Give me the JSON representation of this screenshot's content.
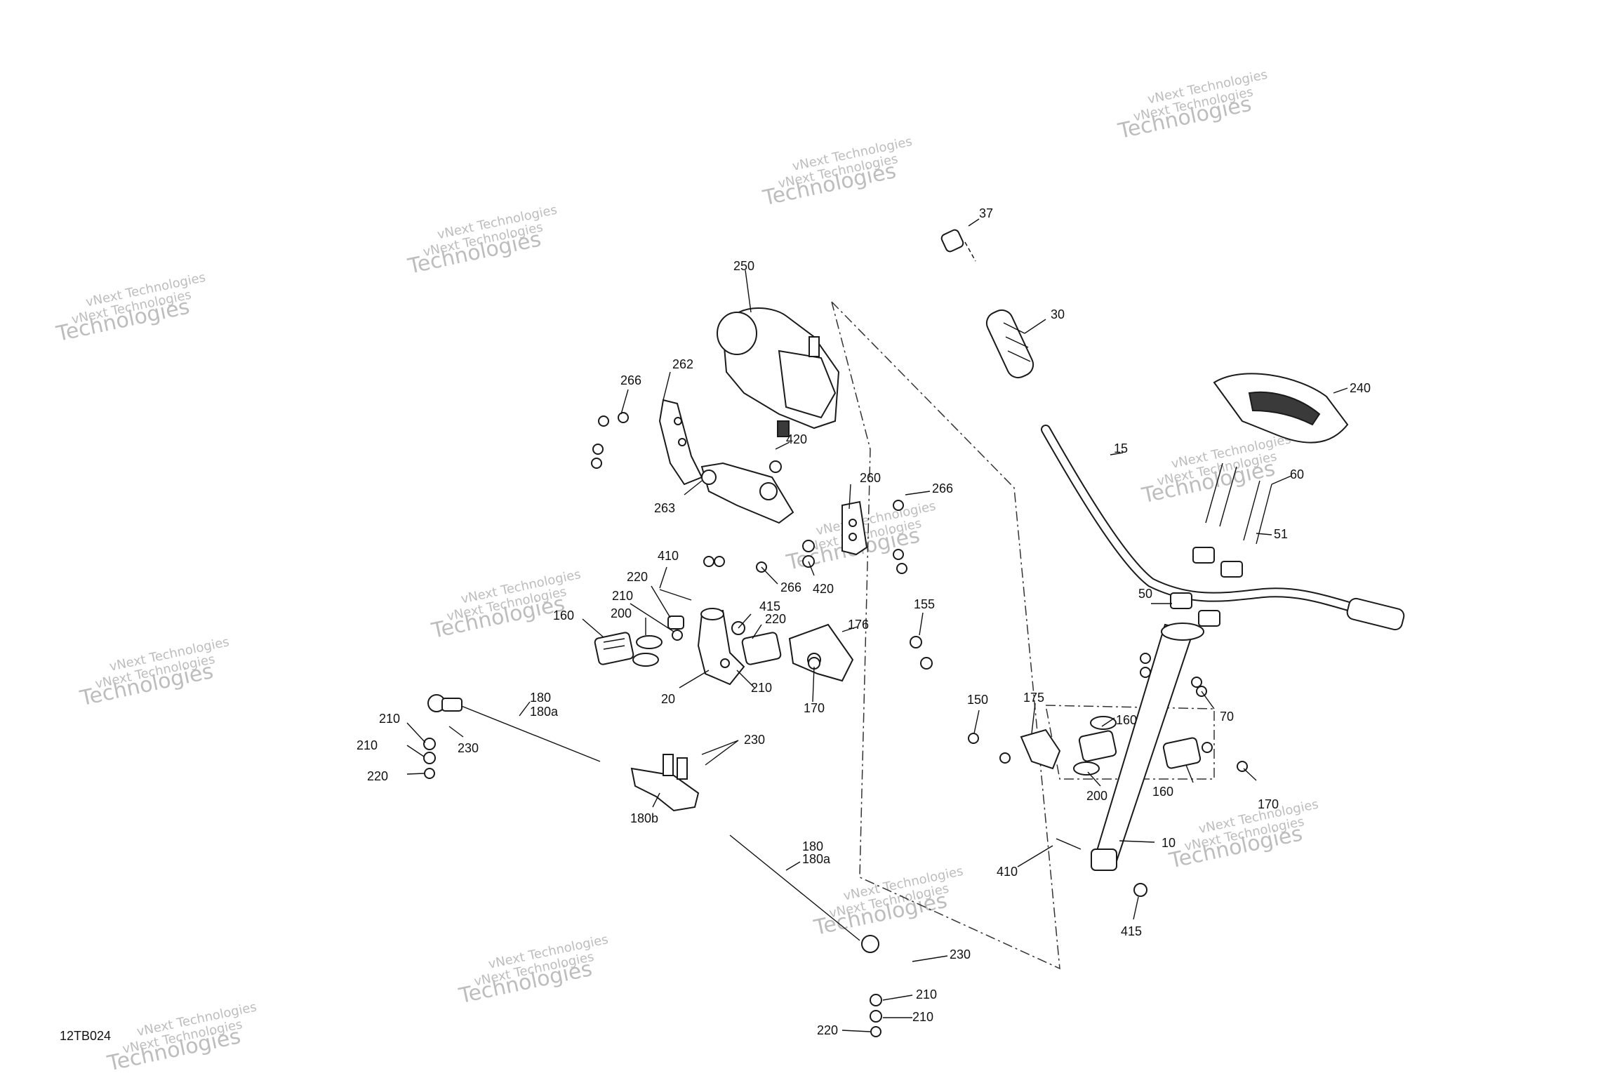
{
  "diagram": {
    "reference_code": "12TB024",
    "watermark": {
      "line1": "vNext Technologies",
      "line2": "Technologies",
      "line3": "vNext Technologies"
    },
    "callouts": [
      {
        "id": "c37",
        "label": "37"
      },
      {
        "id": "c30",
        "label": "30"
      },
      {
        "id": "c250",
        "label": "250"
      },
      {
        "id": "c240",
        "label": "240"
      },
      {
        "id": "c15",
        "label": "15"
      },
      {
        "id": "c262",
        "label": "262"
      },
      {
        "id": "c266a",
        "label": "266"
      },
      {
        "id": "c420a",
        "label": "420"
      },
      {
        "id": "c260",
        "label": "260"
      },
      {
        "id": "c266b",
        "label": "266"
      },
      {
        "id": "c263",
        "label": "263"
      },
      {
        "id": "c60",
        "label": "60"
      },
      {
        "id": "c51",
        "label": "51"
      },
      {
        "id": "c420b",
        "label": "420"
      },
      {
        "id": "c266c",
        "label": "266"
      },
      {
        "id": "c410a",
        "label": "410"
      },
      {
        "id": "c220a",
        "label": "220"
      },
      {
        "id": "c210a",
        "label": "210"
      },
      {
        "id": "c415a",
        "label": "415"
      },
      {
        "id": "c220b",
        "label": "220"
      },
      {
        "id": "c200a",
        "label": "200"
      },
      {
        "id": "c160a",
        "label": "160"
      },
      {
        "id": "c176",
        "label": "176"
      },
      {
        "id": "c155",
        "label": "155"
      },
      {
        "id": "c50",
        "label": "50"
      },
      {
        "id": "c210b",
        "label": "210"
      },
      {
        "id": "c20",
        "label": "20"
      },
      {
        "id": "c170a",
        "label": "170"
      },
      {
        "id": "c180a",
        "label": "180"
      },
      {
        "id": "c180aa",
        "label": "180a"
      },
      {
        "id": "c210c",
        "label": "210"
      },
      {
        "id": "c230a",
        "label": "230"
      },
      {
        "id": "c210d",
        "label": "210"
      },
      {
        "id": "c220c",
        "label": "220"
      },
      {
        "id": "c230b",
        "label": "230"
      },
      {
        "id": "c180b",
        "label": "180b"
      },
      {
        "id": "c150",
        "label": "150"
      },
      {
        "id": "c175",
        "label": "175"
      },
      {
        "id": "c160b",
        "label": "160"
      },
      {
        "id": "c70",
        "label": "70"
      },
      {
        "id": "c200b",
        "label": "200"
      },
      {
        "id": "c160c",
        "label": "160"
      },
      {
        "id": "c170b",
        "label": "170"
      },
      {
        "id": "c180c",
        "label": "180"
      },
      {
        "id": "c180ab",
        "label": "180a"
      },
      {
        "id": "c10",
        "label": "10"
      },
      {
        "id": "c410b",
        "label": "410"
      },
      {
        "id": "c415b",
        "label": "415"
      },
      {
        "id": "c230c",
        "label": "230"
      },
      {
        "id": "c210e",
        "label": "210"
      },
      {
        "id": "c210f",
        "label": "210"
      },
      {
        "id": "c220d",
        "label": "220"
      }
    ]
  }
}
